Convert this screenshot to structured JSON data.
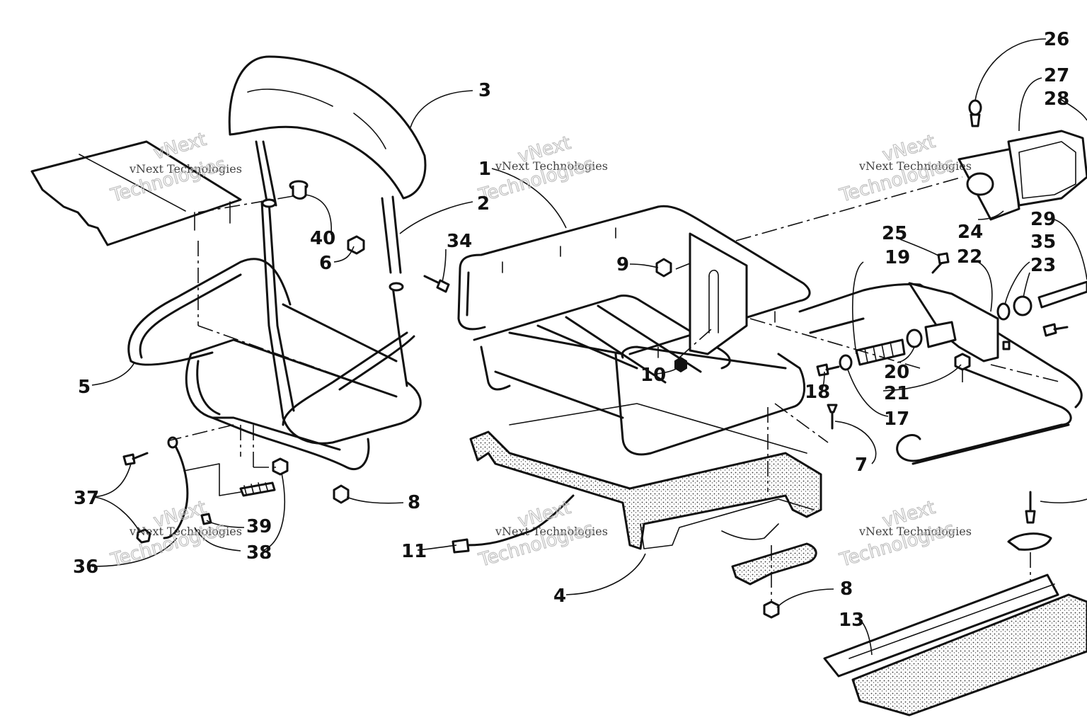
{
  "callouts": {
    "c1": "1",
    "c2": "2",
    "c3": "3",
    "c4": "4",
    "c5": "5",
    "c6": "6",
    "c7": "7",
    "c8a": "8",
    "c8b": "8",
    "c9": "9",
    "c10": "10",
    "c11": "11",
    "c13": "13",
    "c17": "17",
    "c18": "18",
    "c19": "19",
    "c20": "20",
    "c21": "21",
    "c22": "22",
    "c23": "23",
    "c24": "24",
    "c25": "25",
    "c26": "26",
    "c27": "27",
    "c28": "28",
    "c29": "29",
    "c34": "34",
    "c35": "35",
    "c36": "36",
    "c37": "37",
    "c38": "38",
    "c39": "39",
    "c40": "40"
  },
  "watermark": {
    "line1": "vNext Technologies",
    "line2": "vNext",
    "line3": "Technologies"
  }
}
